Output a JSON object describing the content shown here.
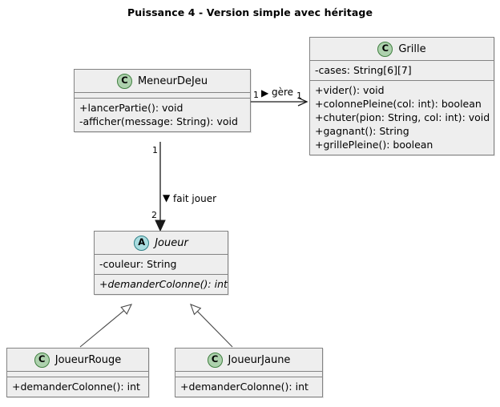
{
  "diagram": {
    "title": "Puissance 4 - Version simple avec héritage",
    "kind": "uml-class-diagram",
    "colors": {
      "box_fill": "#eeeeee",
      "box_border": "#838383",
      "class_badge": "#add1ad",
      "abstract_badge": "#a9dcdf",
      "edge": "#1a1a1a",
      "background": "#ffffff"
    },
    "classes": [
      {
        "id": "meneurdejeu",
        "name": "MeneurDeJeu",
        "stereotype_letter": "C",
        "abstract": false,
        "attributes": [],
        "methods": [
          "+lancerPartie(): void",
          "-afficher(message: String): void"
        ]
      },
      {
        "id": "grille",
        "name": "Grille",
        "stereotype_letter": "C",
        "abstract": false,
        "attributes": [
          "-cases: String[6][7]"
        ],
        "methods": [
          "+vider(): void",
          "+colonnePleine(col: int): boolean",
          "+chuter(pion: String, col: int): void",
          "+gagnant(): String",
          "+grillePleine(): boolean"
        ]
      },
      {
        "id": "joueur",
        "name": "Joueur",
        "stereotype_letter": "A",
        "abstract": true,
        "attributes": [
          "-couleur: String"
        ],
        "methods": [
          "+demanderColonne(): int"
        ]
      },
      {
        "id": "joueurrouge",
        "name": "JoueurRouge",
        "stereotype_letter": "C",
        "abstract": false,
        "attributes": [],
        "methods": [
          "+demanderColonne(): int"
        ]
      },
      {
        "id": "joueurjaune",
        "name": "JoueurJaune",
        "stereotype_letter": "C",
        "abstract": false,
        "attributes": [],
        "methods": [
          "+demanderColonne(): int"
        ]
      }
    ],
    "associations": [
      {
        "id": "gere",
        "from": "meneurdejeu",
        "to": "grille",
        "label": "gère",
        "navigation_marker": "▶",
        "source_multiplicity": "1",
        "target_multiplicity": "1"
      },
      {
        "id": "fait-jouer",
        "from": "meneurdejeu",
        "to": "joueur",
        "label": "fait jouer",
        "navigation_marker": "▼",
        "source_multiplicity": "1",
        "target_multiplicity": "2"
      }
    ],
    "generalizations": [
      {
        "id": "rouge-extends-joueur",
        "from": "joueurrouge",
        "to": "joueur"
      },
      {
        "id": "jaune-extends-joueur",
        "from": "joueurjaune",
        "to": "joueur"
      }
    ]
  }
}
